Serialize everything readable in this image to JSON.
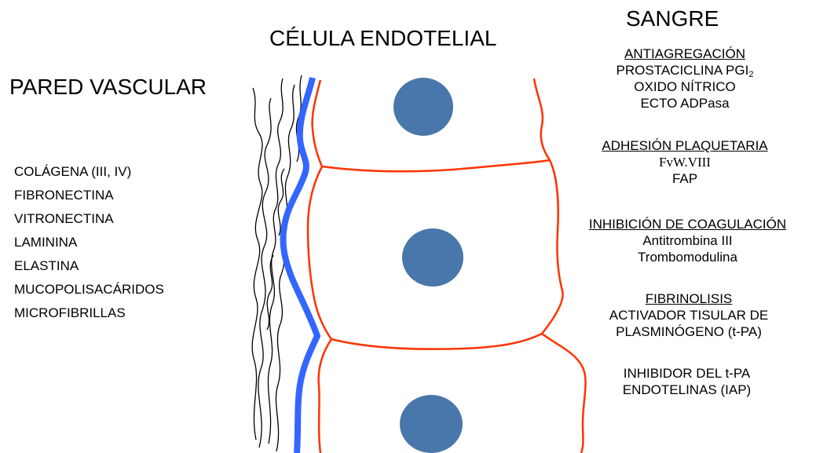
{
  "titles": {
    "blood": "SANGRE",
    "endothelial_cell": "CÉLULA ENDOTELIAL",
    "vascular_wall": "PARED VASCULAR"
  },
  "wall_components": [
    "COLÁGENA (III, IV)",
    "FIBRONECTINA",
    "VITRONECTINA",
    "LAMININA",
    "ELASTINA",
    "MUCOPOLISACÁRIDOS",
    "MICROFIBRILLAS"
  ],
  "antiaggregation": {
    "heading": "ANTIAGREGACIÓN",
    "prostacyclin": "PROSTACICLINA PGI",
    "prostacyclin_sub": "2",
    "nitric_oxide": "OXIDO NÍTRICO",
    "ecto": "ECTO ADPasa"
  },
  "adhesion": {
    "heading": "ADHESIÓN PLAQUETARIA",
    "items": [
      "FvW.VIII",
      "FAP"
    ]
  },
  "coag_inhibition": {
    "heading": "INHIBICIÓN DE COAGULACIÓN",
    "items": [
      "Antitrombina III",
      "Trombomodulina"
    ]
  },
  "fibrinolysis": {
    "heading": "FIBRINOLISIS",
    "items": [
      "ACTIVADOR TISULAR DE",
      "PLASMINÓGENO (t-PA)"
    ]
  },
  "inhibitors": {
    "items": [
      "INHIBIDOR DEL t-PA",
      "ENDOTELINAS (IAP)"
    ]
  },
  "colors": {
    "cell_membrane": "#FF3300",
    "basement_membrane": "#3366FF",
    "nucleus": "#4A77AB",
    "fibers": "#000000"
  }
}
